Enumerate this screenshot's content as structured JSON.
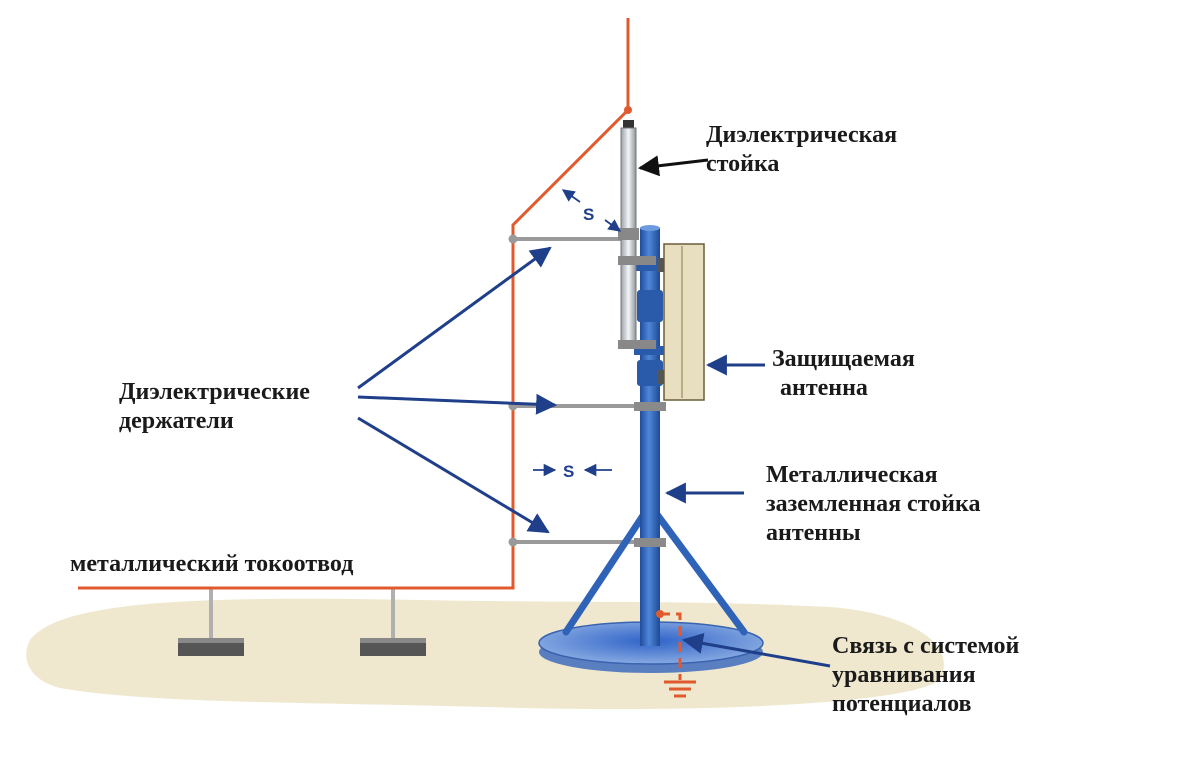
{
  "labels": {
    "dielectric_post": [
      "Диэлектрическая",
      "стойка"
    ],
    "dielectric_holders": [
      "Диэлектрические",
      "держатели"
    ],
    "protected_antenna": [
      "Защищаемая",
      "антенна"
    ],
    "metal_grounded_post": [
      "Металлическая",
      "заземленная стойка",
      "антенны"
    ],
    "metal_downconductor": "металлический токоотвод",
    "equipotential_bonding": [
      "Связь с системой",
      "уравнивания",
      "потенциалов"
    ],
    "distance_symbol": "S"
  },
  "colors": {
    "lightning_conductor": "#e05a2e",
    "antenna_mast": "#2f63b8",
    "arrow": "#1f3f8a",
    "holder_rod": "#9a9a9a",
    "antenna_panel": "#e8dfc0",
    "ground": "#efe8cf"
  }
}
